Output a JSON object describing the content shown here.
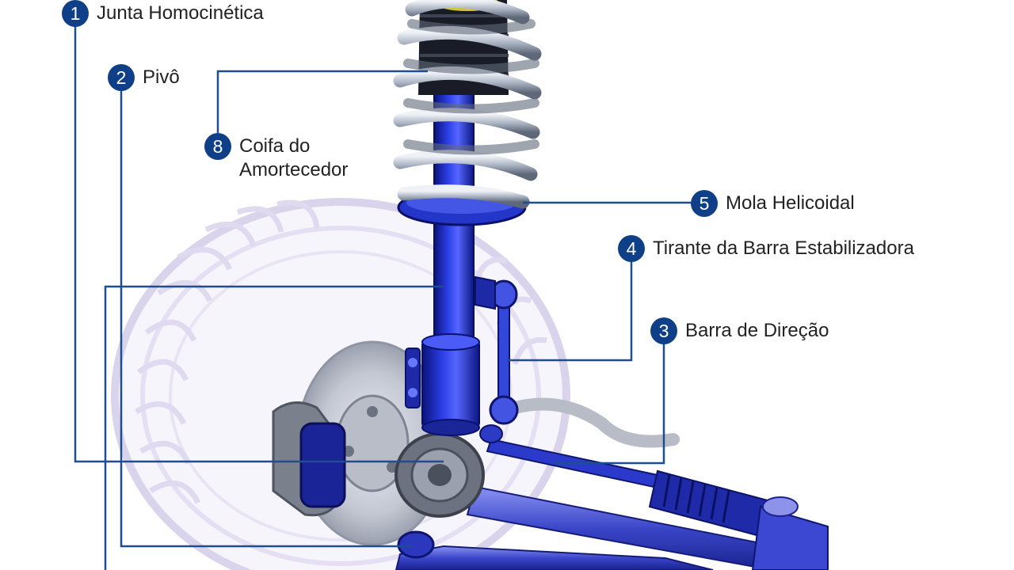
{
  "colors": {
    "badge": "#0f3f86",
    "leader_line": "#1d4e92",
    "label_text": "#222222",
    "strut_blue": "#2232c8",
    "spring_grey": "#a7b0be",
    "tire_lavender": "#ddd8ee",
    "disc_grey": "#c9cdd6"
  },
  "callouts": [
    {
      "number": "1",
      "label": "Junta Homocinética"
    },
    {
      "number": "2",
      "label": "Pivô"
    },
    {
      "number": "8",
      "label": "Coifa do Amortecedor"
    },
    {
      "number": "5",
      "label": "Mola Helicoidal"
    },
    {
      "number": "4",
      "label": "Tirante da Barra Estabilizadora"
    },
    {
      "number": "3",
      "label": "Barra de Direção"
    }
  ]
}
